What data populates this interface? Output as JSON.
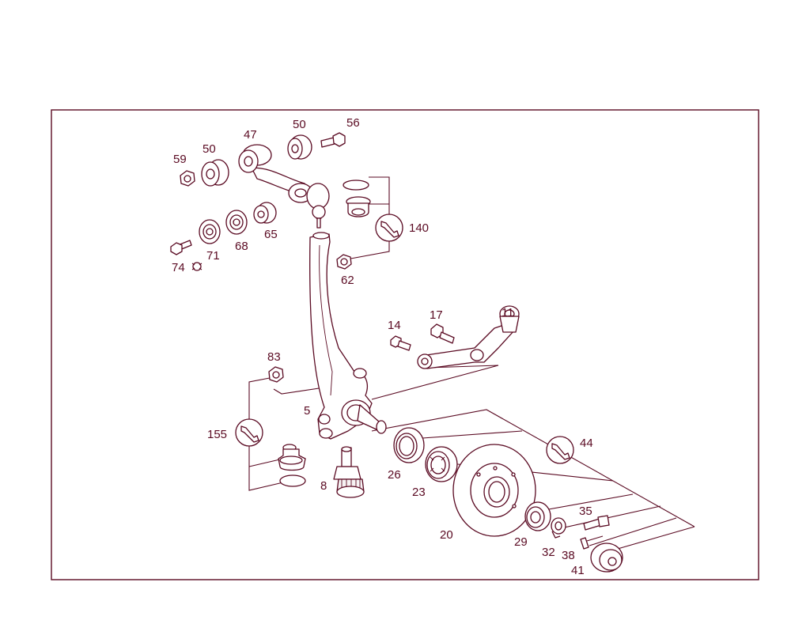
{
  "diagram": {
    "labels": {
      "p59": "59",
      "p50a": "50",
      "p47": "47",
      "p50b": "50",
      "p56": "56",
      "p65": "65",
      "p68": "68",
      "p71": "71",
      "p74": "74",
      "p62": "62",
      "p140": "140",
      "p14": "14",
      "p17": "17",
      "p11": "11",
      "p83": "83",
      "p5": "5",
      "p155": "155",
      "p8": "8",
      "p26": "26",
      "p23": "23",
      "p44": "44",
      "p20": "20",
      "p29": "29",
      "p35": "35",
      "p32": "32",
      "p38": "38",
      "p41": "41"
    },
    "icons": {
      "wrench_140": "wrench-icon",
      "wrench_155": "wrench-icon",
      "wrench_44": "wrench-icon",
      "reuse_74": "reuse-ring-icon"
    },
    "colors": {
      "line": "#5a0a22",
      "background": "#ffffff"
    }
  }
}
